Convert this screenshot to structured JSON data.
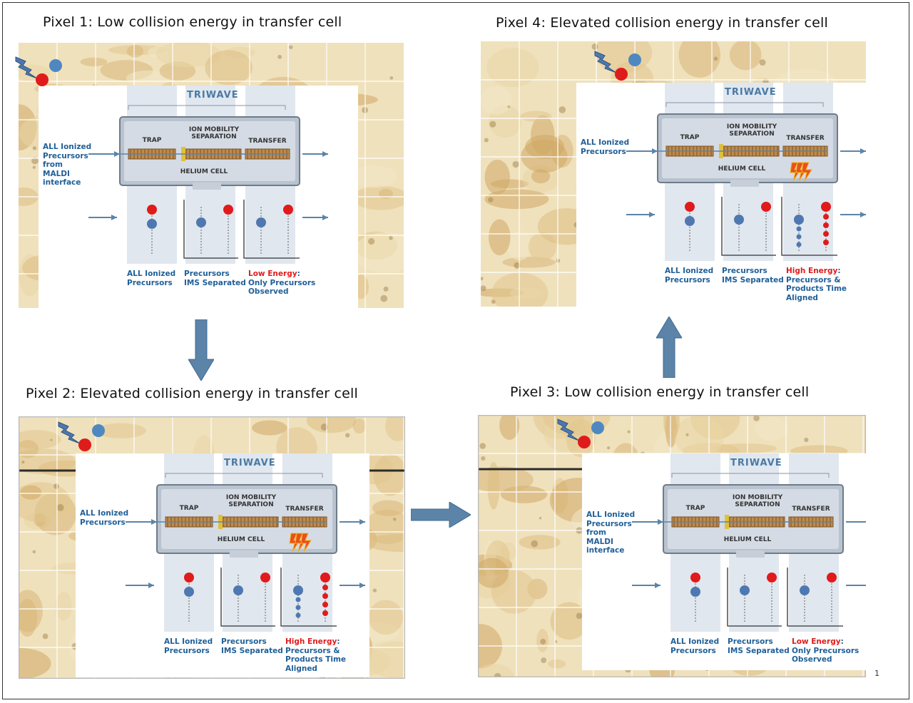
{
  "colors": {
    "blue_label": "#1f5f98",
    "red_energy": "#e01b1b",
    "red_ion": "#e01b1b",
    "blue_ion": "#4f78b0",
    "arrow": "#5b84a8",
    "tissue": "#efe0b8"
  },
  "icons": {
    "lightning": "lightning-bolt-icon",
    "ions": "ion-pair-icon"
  },
  "page_number": "1",
  "panels": [
    {
      "title": "Pixel 1: Low collision energy in transfer cell",
      "triwave": "TRIWAVE",
      "trap": "TRAP",
      "ims": "ION MOBILITY SEPARATION",
      "transfer": "TRANSFER",
      "helium": "HELIUM CELL",
      "input_line1": "ALL Ionized",
      "input_line2": "Precursors",
      "input_line3": "from",
      "input_line4": "MALDI",
      "input_line5": "interface",
      "cap1_line1": "ALL Ionized",
      "cap1_line2": "Precursors",
      "cap2_line1": "Precursors",
      "cap2_line2": "IMS Separated",
      "cap3_energy": "Low Energy",
      "cap3_colon": ":",
      "cap3_line2": "Only Precursors",
      "cap3_line3": "Observed"
    },
    {
      "title": "Pixel 4: Elevated collision energy in transfer cell",
      "triwave": "TRIWAVE",
      "trap": "TRAP",
      "ims": "ION MOBILITY SEPARATION",
      "transfer": "TRANSFER",
      "helium": "HELIUM CELL",
      "input_line1": "ALL Ionized",
      "input_line2": "Precursors",
      "cap1_line1": "ALL Ionized",
      "cap1_line2": "Precursors",
      "cap2_line1": "Precursors",
      "cap2_line2": "IMS Separated",
      "cap3_energy": "High Energy",
      "cap3_colon": ":",
      "cap3_line2": "Precursors &",
      "cap3_line3": "Products Time",
      "cap3_line4": "Aligned"
    },
    {
      "title": "Pixel 2: Elevated collision energy in transfer cell",
      "triwave": "TRIWAVE",
      "trap": "TRAP",
      "ims": "ION MOBILITY SEPARATION",
      "transfer": "TRANSFER",
      "helium": "HELIUM CELL",
      "input_line1": "ALL Ionized",
      "input_line2": "Precursors",
      "cap1_line1": "ALL Ionized",
      "cap1_line2": "Precursors",
      "cap2_line1": "Precursors",
      "cap2_line2": "IMS Separated",
      "cap3_energy": "High Energy",
      "cap3_colon": ":",
      "cap3_line2": "Precursors &",
      "cap3_line3": "Products Time",
      "cap3_line4": "Aligned"
    },
    {
      "title": "Pixel 3: Low collision energy in transfer cell",
      "triwave": "TRIWAVE",
      "trap": "TRAP",
      "ims": "ION MOBILITY SEPARATION",
      "transfer": "TRANSFER",
      "helium": "HELIUM CELL",
      "input_line1": "ALL Ionized",
      "input_line2": "Precursors",
      "input_line3": "from",
      "input_line4": "MALDI",
      "input_line5": "interface",
      "cap1_line1": "ALL Ionized",
      "cap1_line2": "Precursors",
      "cap2_line1": "Precursors",
      "cap2_line2": "IMS Separated",
      "cap3_energy": "Low Energy",
      "cap3_colon": ":",
      "cap3_line2": "Only Precursors",
      "cap3_line3": "Observed"
    }
  ]
}
